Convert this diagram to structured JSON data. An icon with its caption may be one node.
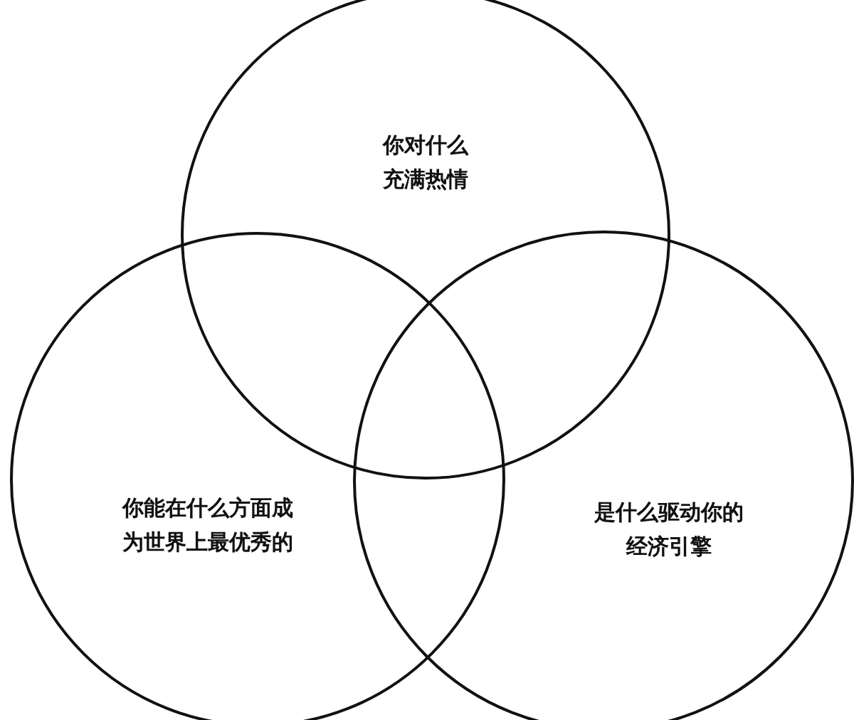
{
  "diagram": {
    "nodes": [
      {
        "text": [
          "你对什么充满热情"
        ]
      },
      {
        "text": [
          "你能在什么方面成为世界上最优秀的"
        ]
      },
      {
        "text": [
          "是什么驱动你的经济引擎"
        ]
      }
    ]
  }
}
